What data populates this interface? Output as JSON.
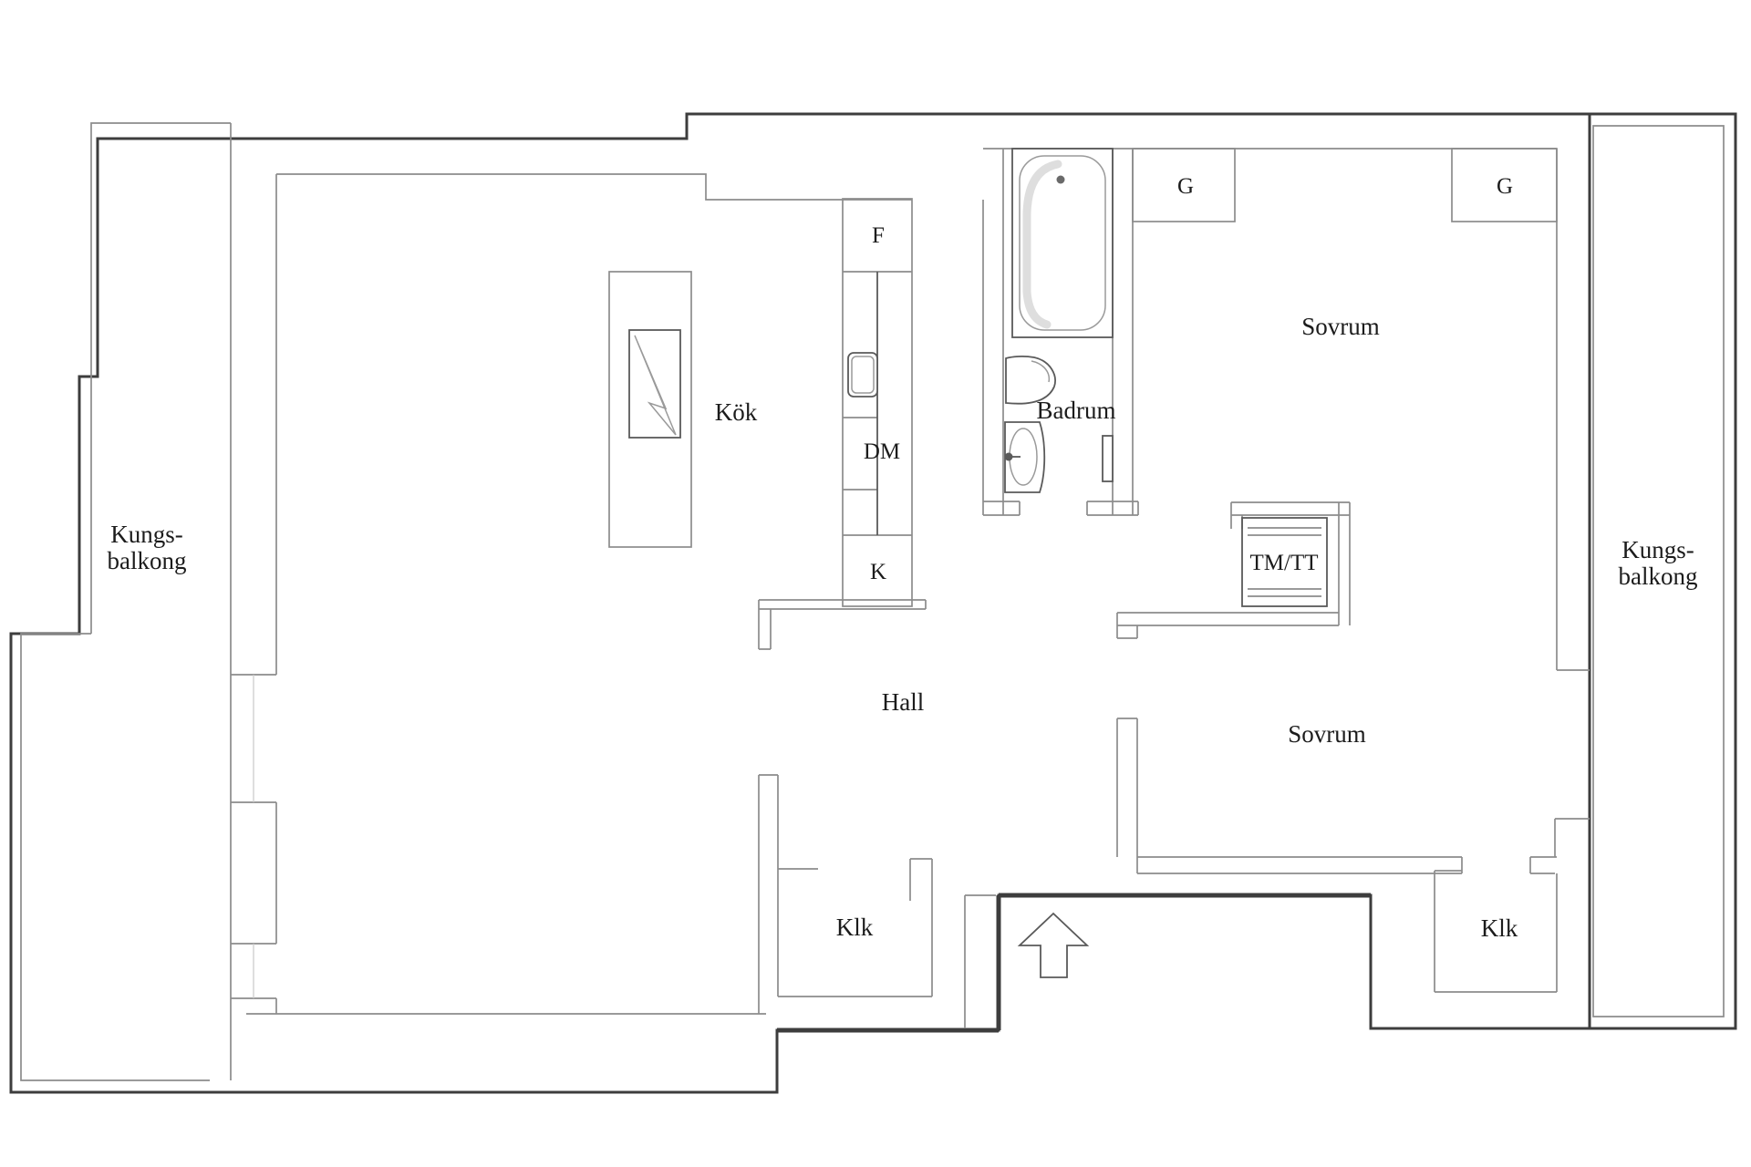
{
  "title": "Apartment floor plan",
  "colors": {
    "background": "#ffffff",
    "wall_outer": "#3d3d3d",
    "wall_inner": "#8c8c8c",
    "fixture": "#5a5a5a",
    "text": "#1c1c1c",
    "shading": "#d8d8d8"
  },
  "rooms": {
    "balcony_left": {
      "label_line1": "Kungs-",
      "label_line2": "balkong"
    },
    "kitchen": {
      "label": "Kök"
    },
    "fridge": {
      "label": "F"
    },
    "dishwasher": {
      "label": "DM"
    },
    "freezer": {
      "label": "K"
    },
    "bathroom": {
      "label": "Badrum"
    },
    "bedroom_1": {
      "label": "Sovrum"
    },
    "wardrobe_1": {
      "label": "G"
    },
    "wardrobe_2": {
      "label": "G"
    },
    "laundry": {
      "label": "TM/TT"
    },
    "hall": {
      "label": "Hall"
    },
    "bedroom_2": {
      "label": "Sovrum"
    },
    "closet_left": {
      "label": "Klk"
    },
    "closet_right": {
      "label": "Klk"
    },
    "balcony_right": {
      "label_line1": "Kungs-",
      "label_line2": "balkong"
    }
  }
}
